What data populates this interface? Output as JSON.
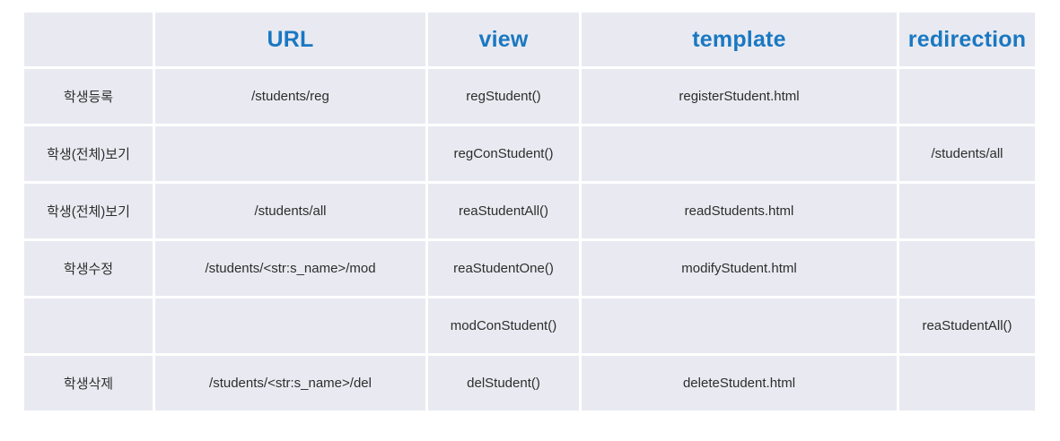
{
  "colors": {
    "accent": "#1a78c2",
    "cell_bg": "#e9eaf1",
    "text": "#2d2d2d",
    "page_bg": "#ffffff"
  },
  "table": {
    "columns": [
      {
        "key": "action",
        "label": ""
      },
      {
        "key": "url",
        "label": "URL"
      },
      {
        "key": "view",
        "label": "view"
      },
      {
        "key": "template",
        "label": "template"
      },
      {
        "key": "redirection",
        "label": "redirection"
      }
    ],
    "rows": [
      {
        "action": "학생등록",
        "url": "/students/reg",
        "view": "regStudent()",
        "template": "registerStudent.html",
        "redirection": ""
      },
      {
        "action": "학생(전체)보기",
        "url": "",
        "view": "regConStudent()",
        "template": "",
        "redirection": "/students/all"
      },
      {
        "action": "학생(전체)보기",
        "url": "/students/all",
        "view": "reaStudentAll()",
        "template": "readStudents.html",
        "redirection": ""
      },
      {
        "action": "학생수정",
        "url": "/students/<str:s_name>/mod",
        "view": "reaStudentOne()",
        "template": "modifyStudent.html",
        "redirection": ""
      },
      {
        "action": "",
        "url": "",
        "view": "modConStudent()",
        "template": "",
        "redirection": "reaStudentAll()"
      },
      {
        "action": "학생삭제",
        "url": "/students/<str:s_name>/del",
        "view": "delStudent()",
        "template": "deleteStudent.html",
        "redirection": ""
      }
    ]
  }
}
